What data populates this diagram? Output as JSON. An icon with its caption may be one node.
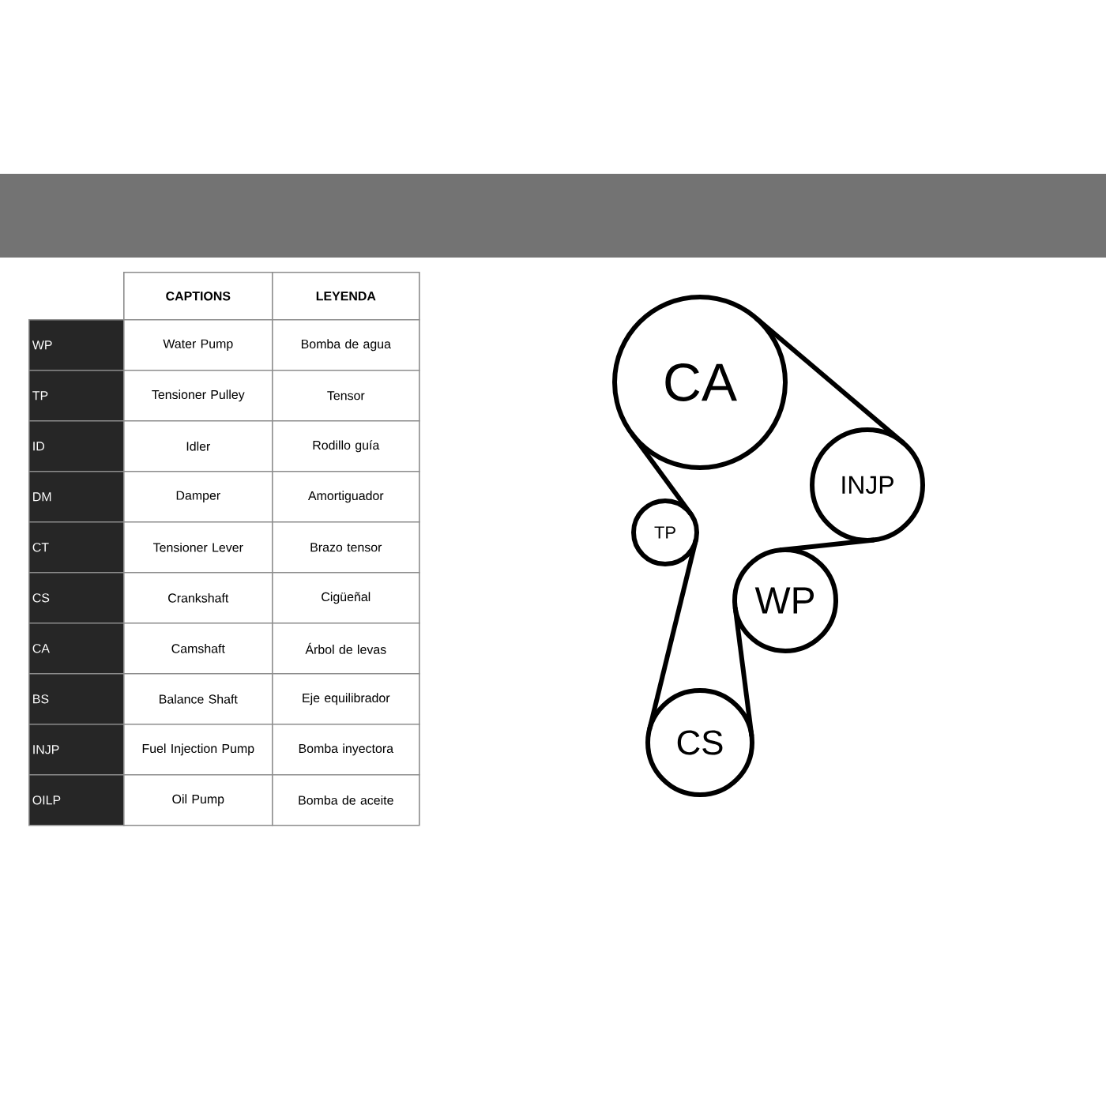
{
  "diagram": {
    "nodes": [
      {
        "text": [
          "CA"
        ]
      },
      {
        "text": [
          "INJP"
        ]
      },
      {
        "text": [
          "TP"
        ]
      },
      {
        "text": [
          "WP"
        ]
      },
      {
        "text": [
          "CS"
        ]
      }
    ],
    "edges": [
      {
        "from": 0,
        "to": 1,
        "arrow": "none"
      },
      {
        "from": 1,
        "to": 3,
        "arrow": "none"
      },
      {
        "from": 3,
        "to": 4,
        "arrow": "none"
      },
      {
        "from": 4,
        "to": 2,
        "arrow": "none"
      },
      {
        "from": 2,
        "to": 0,
        "arrow": "none"
      }
    ],
    "labels": [
      "CAPTIONS",
      "LEYENDA",
      "WP",
      "Water Pump",
      "Bomba de agua",
      "TP",
      "Tensioner Pulley",
      "Tensor",
      "ID",
      "Idler",
      "Rodillo guía",
      "DM",
      "Damper",
      "Amortiguador",
      "CT",
      "Tensioner Lever",
      "Brazo tensor",
      "CS",
      "Crankshaft",
      "Cigüeñal",
      "CA",
      "Camshaft",
      "Árbol de levas",
      "BS",
      "Balance Shaft",
      "Eje equilibrador",
      "INJP",
      "Fuel Injection Pump",
      "Bomba inyectora",
      "OILP",
      "Oil Pump",
      "Bomba de aceite"
    ]
  }
}
